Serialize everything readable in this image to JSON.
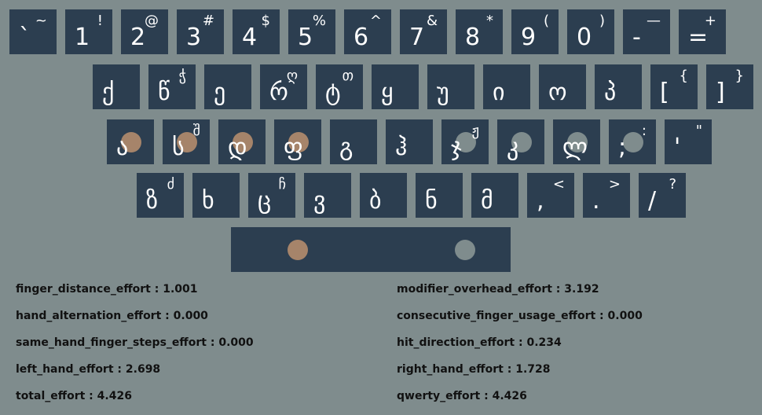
{
  "keyboard": {
    "rows": [
      [
        {
          "main": "`",
          "shift": "~"
        },
        {
          "main": "1",
          "shift": "!"
        },
        {
          "main": "2",
          "shift": "@"
        },
        {
          "main": "3",
          "shift": "#"
        },
        {
          "main": "4",
          "shift": "$"
        },
        {
          "main": "5",
          "shift": "%"
        },
        {
          "main": "6",
          "shift": "^"
        },
        {
          "main": "7",
          "shift": "&"
        },
        {
          "main": "8",
          "shift": "*"
        },
        {
          "main": "9",
          "shift": "("
        },
        {
          "main": "0",
          "shift": ")"
        },
        {
          "main": "-",
          "shift": "—"
        },
        {
          "main": "=",
          "shift": "+"
        }
      ],
      [
        {
          "main": "ქ",
          "shift": ""
        },
        {
          "main": "წ",
          "shift": "ჭ"
        },
        {
          "main": "ე",
          "shift": ""
        },
        {
          "main": "რ",
          "shift": "ღ"
        },
        {
          "main": "ტ",
          "shift": "თ"
        },
        {
          "main": "ყ",
          "shift": ""
        },
        {
          "main": "უ",
          "shift": ""
        },
        {
          "main": "ი",
          "shift": ""
        },
        {
          "main": "ო",
          "shift": ""
        },
        {
          "main": "პ",
          "shift": ""
        },
        {
          "main": "[",
          "shift": "{"
        },
        {
          "main": "]",
          "shift": "}"
        }
      ],
      [
        {
          "main": "ა",
          "shift": ""
        },
        {
          "main": "ს",
          "shift": "შ"
        },
        {
          "main": "დ",
          "shift": ""
        },
        {
          "main": "ფ",
          "shift": ""
        },
        {
          "main": "გ",
          "shift": ""
        },
        {
          "main": "ჰ",
          "shift": ""
        },
        {
          "main": "ჯ",
          "shift": "ჟ"
        },
        {
          "main": "კ",
          "shift": ""
        },
        {
          "main": "ლ",
          "shift": ""
        },
        {
          "main": ";",
          "shift": ":"
        },
        {
          "main": "'",
          "shift": "\""
        }
      ],
      [
        {
          "main": "ზ",
          "shift": "ძ"
        },
        {
          "main": "ხ",
          "shift": ""
        },
        {
          "main": "ც",
          "shift": "ჩ"
        },
        {
          "main": "ვ",
          "shift": ""
        },
        {
          "main": "ბ",
          "shift": ""
        },
        {
          "main": "ნ",
          "shift": ""
        },
        {
          "main": "მ",
          "shift": ""
        },
        {
          "main": ",",
          "shift": "<"
        },
        {
          "main": ".",
          "shift": ">"
        },
        {
          "main": "/",
          "shift": "?"
        }
      ]
    ],
    "home_dots": {
      "left_color": "#a6846a",
      "right_color": "#7f8c8d"
    }
  },
  "stats": {
    "left": [
      {
        "label": "finger_distance_effort",
        "value": "1.001"
      },
      {
        "label": "hand_alternation_effort",
        "value": "0.000"
      },
      {
        "label": "same_hand_finger_steps_effort",
        "value": "0.000"
      },
      {
        "label": "left_hand_effort",
        "value": "2.698"
      },
      {
        "label": "total_effort",
        "value": "4.426"
      }
    ],
    "right": [
      {
        "label": "modifier_overhead_effort",
        "value": "3.192"
      },
      {
        "label": "consecutive_finger_usage_effort",
        "value": "0.000"
      },
      {
        "label": "hit_direction_effort",
        "value": "0.234"
      },
      {
        "label": "right_hand_effort",
        "value": "1.728"
      },
      {
        "label": "qwerty_effort",
        "value": "4.426"
      }
    ]
  }
}
